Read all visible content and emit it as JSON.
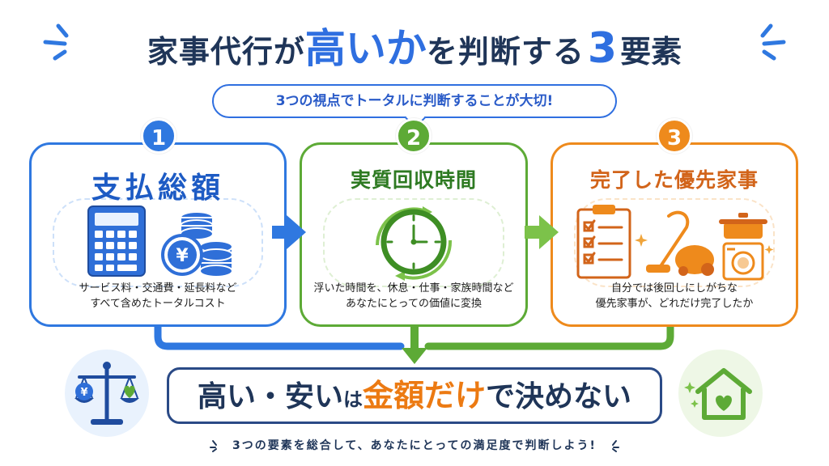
{
  "title": {
    "part1": "家事代行が",
    "part2": "高いか",
    "part3": "を判断する",
    "part4": "3",
    "part5": "要素"
  },
  "subtitle": "3つの視点でトータルに判断することが大切!",
  "cards": [
    {
      "num": "1",
      "title": "支払総額",
      "desc1": "サービス料・交通費・延長料など",
      "desc2": "すべて含めたトータルコスト",
      "icon": "calculator-coins-icon",
      "color": "#2f78e0"
    },
    {
      "num": "2",
      "title": "実質回収時間",
      "desc1": "浮いた時間を、休息・仕事・家族時間など",
      "desc2": "あなたにとっての価値に変換",
      "icon": "clock-icon",
      "color": "#5daa36"
    },
    {
      "num": "3",
      "title": "完了した優先家事",
      "desc1": "自分では後回しにしがちな",
      "desc2": "優先家事が、どれだけ完了したか",
      "icon": "chores-icon",
      "color": "#ee8a1c"
    }
  ],
  "conclusion": {
    "part1": "高い・安い",
    "part2": "は",
    "part3": "金額だけ",
    "part4": "で決めない"
  },
  "footer": "3つの要素を総合して、あなたにとっての満足度で判断しよう!",
  "yen_symbol": "¥",
  "colors": {
    "blue": "#2f78e0",
    "green": "#5daa36",
    "orange": "#ee8a1c",
    "navy": "#1f3558"
  }
}
